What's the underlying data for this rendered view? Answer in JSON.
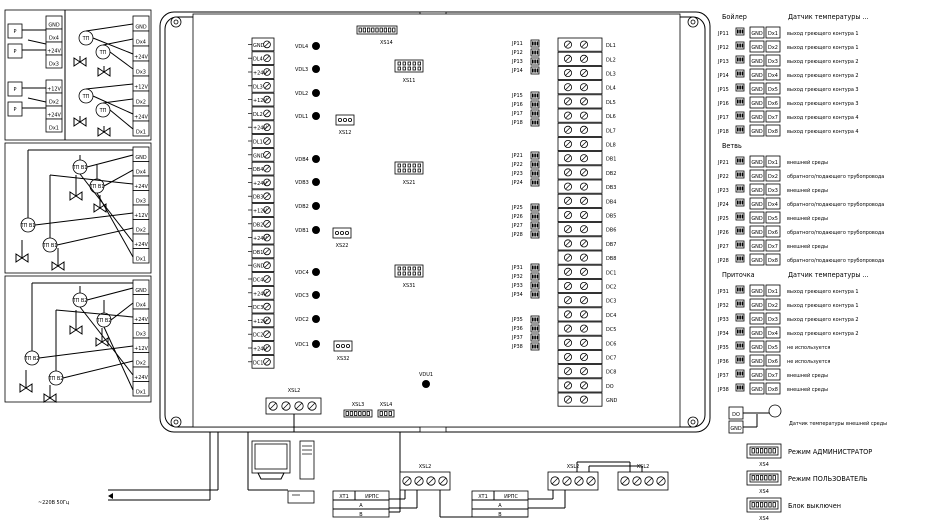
{
  "power_label": "~220В 50Гц",
  "left_panels": {
    "p1": {
      "top_terms": [
        "GND",
        "Dx4",
        "+24V",
        "Dx3"
      ],
      "bot_terms": [
        "GND",
        "Dx4",
        "+24V",
        "Dx3",
        "+12V",
        "Dx2",
        "+24V",
        "Dx1"
      ],
      "right_terms": [
        "GND",
        "Dx4",
        "+24V",
        "Dx3",
        "+12V",
        "Dx2",
        "+24V",
        "Dx1"
      ],
      "p_label": "P",
      "tp_label": "ТП"
    },
    "p2": {
      "terms": [
        "GND",
        "Dx4",
        "+24V",
        "Dx3",
        "+12V",
        "Dx2",
        "+24V",
        "Dx1"
      ],
      "tp_labels": [
        "ТП В1",
        "ТП В1",
        "ТП В1",
        "ТП В1"
      ]
    },
    "p3": {
      "terms": [
        "GND",
        "Dx4",
        "+24V",
        "Dx3",
        "+12V",
        "Dx2",
        "+24V",
        "Dx1"
      ],
      "tp_labels": [
        "ТП В2",
        "ТП В2",
        "ТП В2",
        "ТП В2"
      ]
    }
  },
  "board": {
    "left_terms": [
      "GND",
      "DL4",
      "+24V",
      "DL3",
      "+12V",
      "DL2",
      "+24V",
      "DL1",
      "GND",
      "DB4",
      "+24V",
      "DB3",
      "+12V",
      "DB2",
      "+24V",
      "DB1",
      "GND",
      "DC4",
      "+24V",
      "DC3",
      "+12V",
      "DC2",
      "+24V",
      "DC1"
    ],
    "vd_labels": [
      "VDL4",
      "VDL3",
      "VDL2",
      "VDL1",
      "VDB4",
      "VDB3",
      "VDB2",
      "VDB1",
      "VDC4",
      "VDC3",
      "VDC2",
      "VDC1"
    ],
    "jp_labels": [
      "JP11",
      "JP12",
      "JP13",
      "JP14",
      "JP15",
      "JP16",
      "JP17",
      "JP18",
      "JP21",
      "JP22",
      "JP23",
      "JP24",
      "JP25",
      "JP26",
      "JP27",
      "JP28",
      "JP31",
      "JP32",
      "JP33",
      "JP34",
      "JP35",
      "JP36",
      "JP37",
      "JP38"
    ],
    "right_terms": [
      "DL1",
      "DL2",
      "DL3",
      "DL4",
      "DL5",
      "DL6",
      "DL7",
      "DL8",
      "DB1",
      "DB2",
      "DB3",
      "DB4",
      "DB5",
      "DB6",
      "DB7",
      "DB8",
      "DC1",
      "DC2",
      "DC3",
      "DC4",
      "DC5",
      "DC6",
      "DC7",
      "DC8",
      "DO",
      "GND"
    ],
    "xs_top": "XS14",
    "xs11": "XS11",
    "xs21": "XS21",
    "xs31": "XS31",
    "xs12": "XS12",
    "xs22": "XS22",
    "xs32": "XS32",
    "xs_bottom_left": "XSL2",
    "xs13": "XSL3",
    "xs4": "XSL4",
    "vd_center": "VDU1"
  },
  "legend": {
    "sections": [
      {
        "title": "Бойлер",
        "header": "Датчик температуры ...",
        "rows": [
          {
            "jp": "JP11",
            "term": "Dx1",
            "text": "выход греющего контура 1"
          },
          {
            "jp": "JP12",
            "term": "Dx2",
            "text": "выход греющего контура 1"
          },
          {
            "jp": "JP13",
            "term": "Dx3",
            "text": "выход греющего контура 2"
          },
          {
            "jp": "JP14",
            "term": "Dx4",
            "text": "выход греющего контура 2"
          },
          {
            "jp": "JP15",
            "term": "Dx5",
            "text": "выход греющего контура 3"
          },
          {
            "jp": "JP16",
            "term": "Dx6",
            "text": "выход греющего контура 3"
          },
          {
            "jp": "JP17",
            "term": "Dx7",
            "text": "выход греющего контура 4"
          },
          {
            "jp": "JP18",
            "term": "Dx8",
            "text": "выход греющего контура 4"
          }
        ]
      },
      {
        "title": "Ветвь",
        "header": "",
        "rows": [
          {
            "jp": "JP21",
            "term": "Dx1",
            "text": "внешней среды"
          },
          {
            "jp": "JP22",
            "term": "Dx2",
            "text": "обратного/подающего трубопровода"
          },
          {
            "jp": "JP23",
            "term": "Dx3",
            "text": "внешней среды"
          },
          {
            "jp": "JP24",
            "term": "Dx4",
            "text": "обратного/подающего трубопровода"
          },
          {
            "jp": "JP25",
            "term": "Dx5",
            "text": "внешней среды"
          },
          {
            "jp": "JP26",
            "term": "Dx6",
            "text": "обратного/подающего трубопровода"
          },
          {
            "jp": "JP27",
            "term": "Dx7",
            "text": "внешней среды"
          },
          {
            "jp": "JP28",
            "term": "Dx8",
            "text": "обратного/подающего трубопровода"
          }
        ]
      },
      {
        "title": "Приточка",
        "header": "Датчик температуры ...",
        "rows": [
          {
            "jp": "JP31",
            "term": "Dx1",
            "text": "выход греющего контура 1"
          },
          {
            "jp": "JP32",
            "term": "Dx2",
            "text": "выход греющего контура 1"
          },
          {
            "jp": "JP33",
            "term": "Dx3",
            "text": "выход греющего контура 2"
          },
          {
            "jp": "JP34",
            "term": "Dx4",
            "text": "выход греющего контура 2"
          },
          {
            "jp": "JP35",
            "term": "Dx5",
            "text": "не используется"
          },
          {
            "jp": "JP36",
            "term": "Dx6",
            "text": "не используется"
          },
          {
            "jp": "JP37",
            "term": "Dx7",
            "text": "внешней среды"
          },
          {
            "jp": "JP38",
            "term": "Dx8",
            "text": "внешней среды"
          }
        ]
      }
    ],
    "gnd_term": "GND",
    "do_term": "DO",
    "gnd_text": "Датчик температуры внешней среды",
    "modes": [
      {
        "conn": "XS4",
        "text": "Режим АДМИНИСТРАТОР"
      },
      {
        "conn": "XS4",
        "text": "Режим ПОЛЬЗОВАТЕЛЬ"
      },
      {
        "conn": "XS4",
        "text": "Блок выключен"
      }
    ]
  },
  "bottom": {
    "xt_label": "XT1",
    "irps_label": "ИРПС",
    "a_label": "А",
    "b_label": "В",
    "xs_labels": [
      "XSL2",
      "XSL2",
      "XSL2"
    ]
  }
}
